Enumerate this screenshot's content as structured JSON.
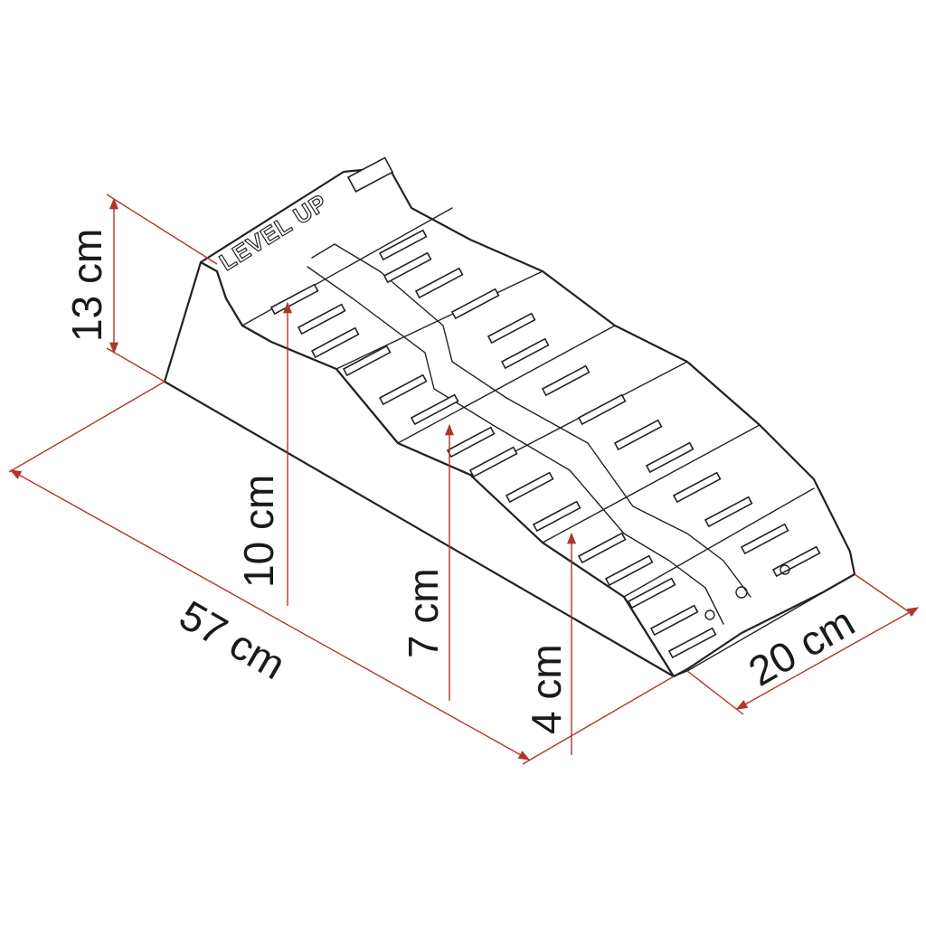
{
  "colors": {
    "dimension_line": "#b0362a",
    "outline": "#222222",
    "background": "#ffffff"
  },
  "product": {
    "embossed_label": "LEVEL UP"
  },
  "dimensions": {
    "overall_height": "13 cm",
    "step_high": "10 cm",
    "step_mid": "7 cm",
    "step_low": "4 cm",
    "length": "57 cm",
    "width": "20 cm"
  }
}
